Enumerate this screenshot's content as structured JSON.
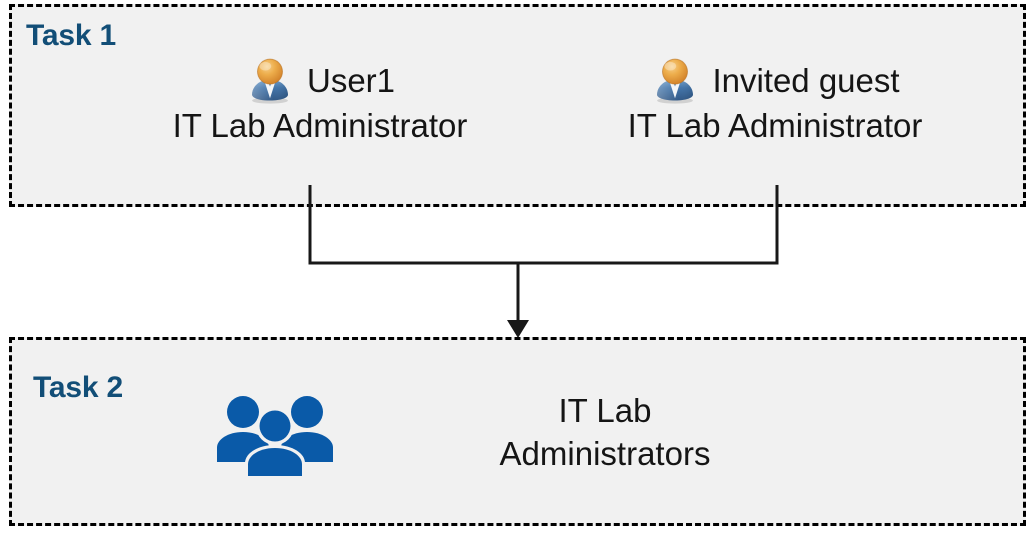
{
  "diagram": {
    "background_color": "#ffffff",
    "box_fill_color": "#f1f1f1",
    "box_border_color": "#000000",
    "label_color": "#124e77",
    "text_color": "#151515",
    "group_icon_color": "#0a5aa8",
    "user_icon_head_color": "#e8a33d",
    "user_icon_body_color": "#3d6fa5"
  },
  "task1": {
    "label": "Task 1",
    "people": [
      {
        "icon": "single-user-icon",
        "name": "User1",
        "role": "IT Lab Administrator"
      },
      {
        "icon": "single-user-icon",
        "name": "Invited guest",
        "role": "IT Lab Administrator"
      }
    ]
  },
  "connector": {
    "icon": "down-arrow-connector",
    "from": [
      "User1",
      "Invited guest"
    ],
    "to": "IT Lab Administrators"
  },
  "task2": {
    "label": "Task 2",
    "group": {
      "icon": "user-group-icon",
      "name_line1": "IT Lab",
      "name_line2": "Administrators"
    }
  }
}
